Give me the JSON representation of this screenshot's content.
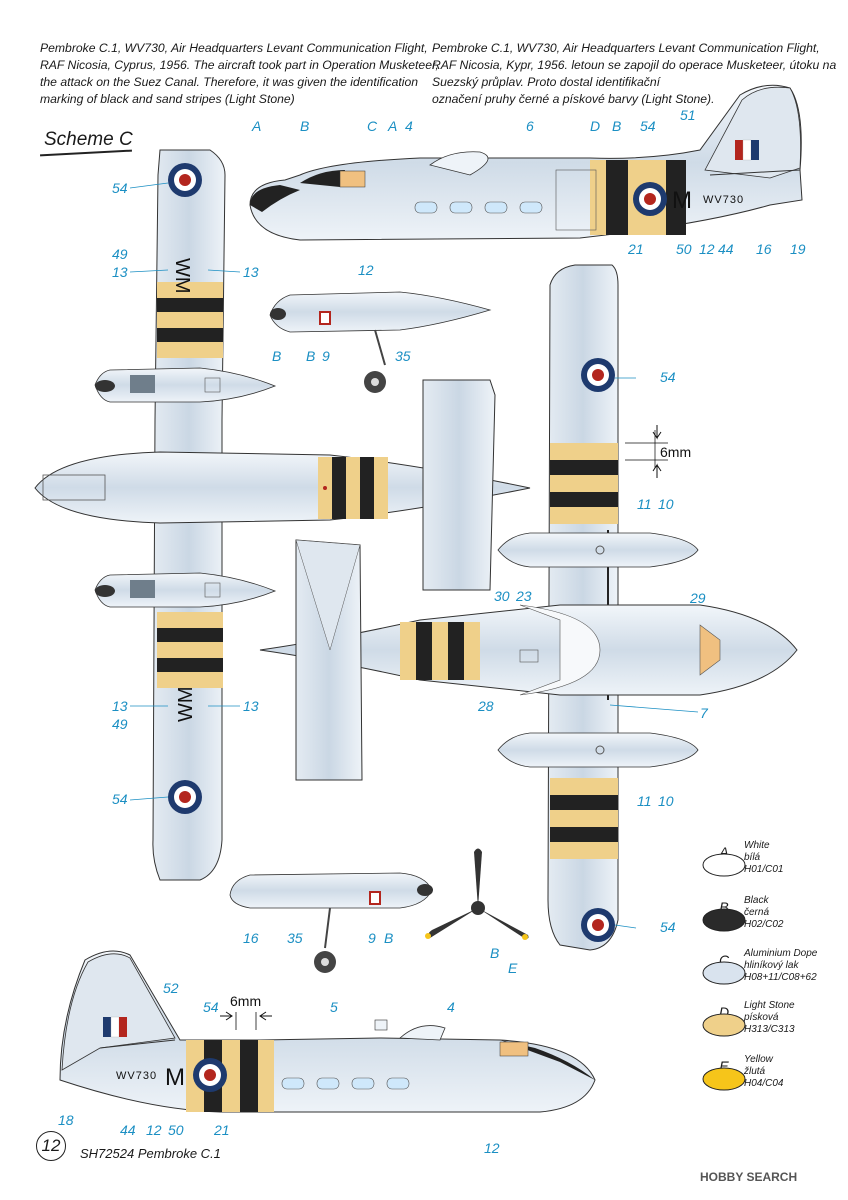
{
  "caption_en": [
    "Pembroke C.1, WV730, Air Headquarters Levant Communication Flight,",
    "RAF Nicosia, Cyprus, 1956. The aircraft took part in Operation Musketeer,",
    "the attack on the Suez Canal. Therefore, it was given the identification",
    "marking of black and sand stripes (Light Stone)"
  ],
  "caption_cz": [
    "Pembroke C.1, WV730, Air Headquarters Levant Communication Flight,",
    "RAF Nicosia, Kypr, 1956. letoun se zapojil do operace Musketeer, útoku na",
    "Suezský průplav. Proto dostal identifikační",
    "označení pruhy černé a pískové barvy (Light Stone)."
  ],
  "scheme_title": "Scheme C",
  "registration": "WV730",
  "fuselage_letter": "M",
  "dimension_label": "6mm",
  "callouts": {
    "top_side": [
      "A",
      "B",
      "C",
      "A",
      "4",
      "6",
      "D",
      "B",
      "54",
      "51",
      "21",
      "50",
      "12",
      "44",
      "16",
      "19",
      "12"
    ],
    "wing_left": [
      "54",
      "49",
      "13",
      "13"
    ],
    "wing_left_low": [
      "13",
      "49",
      "13",
      "54"
    ],
    "nacelle_top": [
      "B",
      "B",
      "9",
      "35"
    ],
    "underside": [
      "54",
      "11",
      "10",
      "30",
      "23",
      "29",
      "28",
      "7",
      "11",
      "10",
      "54"
    ],
    "nacelle_bottom": [
      "16",
      "35",
      "9",
      "B"
    ],
    "propeller": [
      "B",
      "E"
    ],
    "bottom_side": [
      "52",
      "54",
      "5",
      "4",
      "18",
      "44",
      "12",
      "50",
      "21",
      "12"
    ]
  },
  "legend": [
    {
      "letter": "A",
      "name": "White",
      "name_cz": "bílá",
      "codes": "H01/C01",
      "color": "#ffffff"
    },
    {
      "letter": "B",
      "name": "Black",
      "name_cz": "černá",
      "codes": "H02/C02",
      "color": "#2a2a2a"
    },
    {
      "letter": "C",
      "name": "Aluminium Dope",
      "name_cz": "hliníkový lak",
      "codes": "H08+11/C08+62",
      "color": "#d9e3ee"
    },
    {
      "letter": "D",
      "name": "Light Stone",
      "name_cz": "písková",
      "codes": "H313/C313",
      "color": "#efd08a"
    },
    {
      "letter": "E",
      "name": "Yellow",
      "name_cz": "žlutá",
      "codes": "H04/C04",
      "color": "#f6c51a"
    }
  ],
  "footer": "SH72524 Pembroke C.1",
  "page_number": "12",
  "watermark": "HOBBY SEARCH",
  "colors": {
    "callout": "#1b8fc3",
    "sand": "#efd08a",
    "black": "#222222",
    "alu": "#d4dfea",
    "roundel_blue": "#1e3a6e",
    "roundel_red": "#b3261e"
  }
}
